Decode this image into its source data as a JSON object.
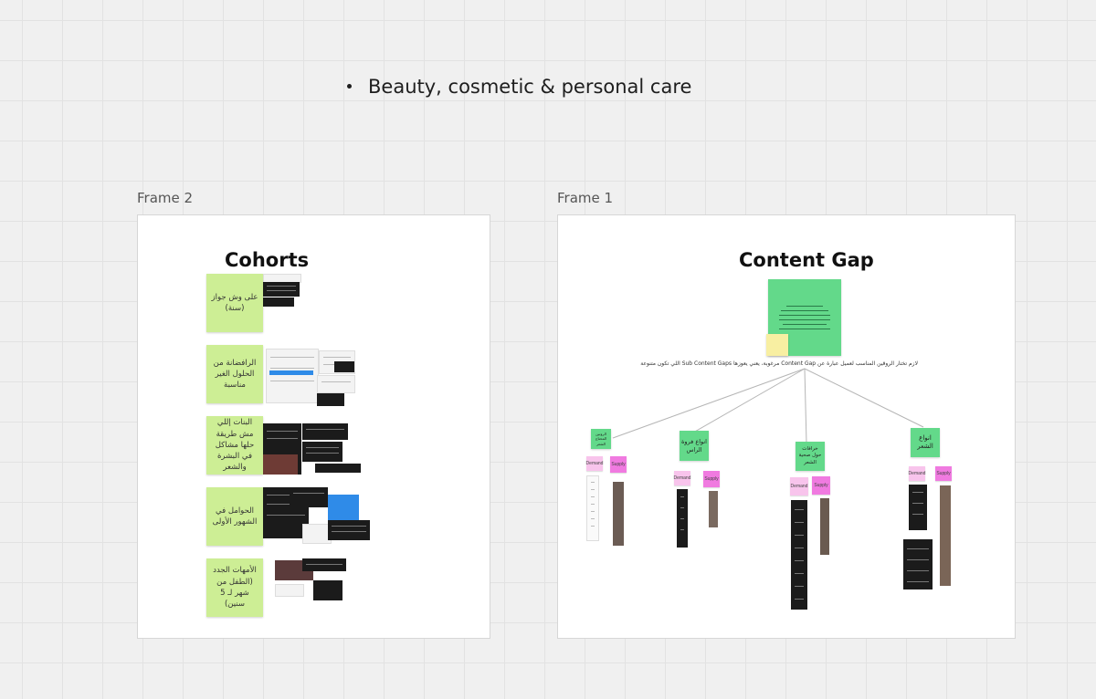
{
  "canvas": {
    "bullet_text": "Beauty, cosmetic & personal care"
  },
  "frame2": {
    "label": "Frame 2",
    "title": "Cohorts",
    "stickies": [
      "على وش جواز (سنة)",
      "الرافضانة من الحلول الغير مناسبة",
      "البنات إللي مش طريقة حلها مشاكل في البشرة والشعر",
      "الحوامل في الشهور الأولى",
      "الأمهات الجدد (الطفل من شهر لـ 5 سنين)"
    ]
  },
  "frame1": {
    "label": "Frame 1",
    "title": "Content Gap",
    "caption": "لازم تختار الروقين المناسب لعميل عبارة عن Content Gap مرغوبة، يعني يعوزها Sub Content Gaps اللي تكون متنوعة",
    "branches": [
      {
        "label": "الروتين المحتاج الشعر",
        "demand": "Demand",
        "supply": "Supply"
      },
      {
        "label": "انواع فروة الراس",
        "demand": "Demand",
        "supply": "Supply"
      },
      {
        "label": "خرافات حول صحية الشعر",
        "demand": "Demand",
        "supply": "Supply"
      },
      {
        "label": "انواع الشعر",
        "demand": "Demand",
        "supply": "Supply"
      }
    ]
  },
  "colors": {
    "cohort_sticky": "#cdee95",
    "content_sticky": "#63d98a",
    "demand_sticky": "#f8c4ec",
    "supply_sticky": "#f07ae0"
  }
}
